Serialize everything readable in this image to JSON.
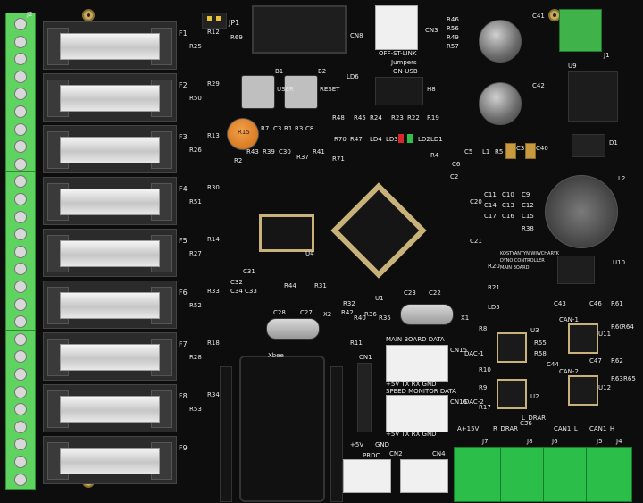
{
  "fuses": [
    "F1",
    "F2",
    "F3",
    "F4",
    "F5",
    "F6",
    "F7",
    "F8",
    "F9"
  ],
  "fuse_resistors": [
    [
      "R12",
      "R25"
    ],
    [
      "R29",
      "R50"
    ],
    [
      "R13",
      "R26"
    ],
    [
      "R30",
      "R51"
    ],
    [
      "R14",
      "R27"
    ],
    [
      "R33",
      "R52"
    ],
    [
      "R18",
      "R28"
    ],
    [
      "R34",
      "R53"
    ]
  ],
  "top_labels": {
    "jp1": "JP1",
    "r69": "R69",
    "cn8": "CN8",
    "cn3": "CN3",
    "r46": "R46",
    "r56": "R56",
    "r49": "R49",
    "r57": "R57",
    "c41": "C41",
    "j1": "J1",
    "j2": "J2"
  },
  "buttons": {
    "b1": "B1",
    "b2": "B2",
    "user": "USER",
    "reset": "RESET"
  },
  "stlink": {
    "jumpers_on": "Jumpers",
    "on_usb": "ON-USB",
    "off_stlink": "OFF-ST-LINK",
    "h8": "H8",
    "ld6": "LD6"
  },
  "mid_labels": {
    "r15": "R15",
    "r7": "R7",
    "c3": "C3",
    "r1": "R1",
    "r3": "R3",
    "c8": "C8",
    "r48": "R48",
    "r70": "R70",
    "r45": "R45",
    "r47": "R47",
    "r24": "R24",
    "ld4": "LD4",
    "r23": "R23",
    "ld3": "LD3",
    "r22": "R22",
    "ld2": "LD2",
    "r19": "R19",
    "ld1": "LD1",
    "r2": "R2",
    "r43": "R43",
    "r39": "R39",
    "c30": "C30",
    "r37": "R37",
    "r41": "R41",
    "r71": "R71",
    "c5": "C5",
    "l1": "L1",
    "r5": "R5",
    "c6": "C6",
    "r4": "R4",
    "c2": "C2",
    "c39": "C39",
    "c40": "C40",
    "u9": "U9",
    "d1": "D1",
    "l2": "L2",
    "c42": "C42",
    "u10": "U10"
  },
  "right_block": {
    "c20": "C20",
    "c9": "C9",
    "c12": "C12",
    "c15": "C15",
    "r38": "R38",
    "c10": "C10",
    "c13": "C13",
    "c16": "C16",
    "c11": "C11",
    "c14": "C14",
    "c17": "C17",
    "c21": "C21",
    "r20": "R20",
    "r21": "R21",
    "ld5": "LD5",
    "credit1": "KOSTYANTYN WIWCHARYK",
    "credit2": "DYNO CONTROLLER",
    "credit3": "MAIN BOARD"
  },
  "lower_mid": {
    "c31": "C31",
    "c32": "C32",
    "c34": "C34",
    "c33": "C33",
    "u4": "U4",
    "r44": "R44",
    "r31": "R31",
    "c28": "C28",
    "c27": "C27",
    "x2": "X2",
    "r32": "R32",
    "r42": "R42",
    "r40": "R40",
    "r36": "R36",
    "r35": "R35",
    "u1": "U1",
    "c23": "C23",
    "c22": "C22",
    "x1": "X1",
    "xbee": "Xbee",
    "r11": "R11",
    "cn1": "CN1"
  },
  "data_connectors": {
    "main_title": "MAIN BOARD DATA",
    "main_pins": "+5V TX RX GND",
    "cn15": "CN15",
    "speed_title": "SPEED MONITOR DATA",
    "speed_pins": "+5V TX RX GND",
    "cn16": "CN16"
  },
  "analog_block": {
    "dac1": "DAC-1",
    "dac2": "DAC-2",
    "r8": "R8",
    "r10": "R10",
    "r9": "R9",
    "r17": "R17",
    "r55": "R55",
    "r58": "R58",
    "u2": "U2",
    "u3": "U3",
    "c36": "C36",
    "c44": "C44",
    "c43": "C43",
    "c46": "C46",
    "c47": "C47",
    "r61": "R61",
    "r60": "R60",
    "r64": "R64",
    "r62": "R62",
    "r63": "R63",
    "r65": "R65",
    "can1": "CAN-1",
    "can2": "CAN-2",
    "u11": "U11",
    "u12": "U12"
  },
  "bottom_connectors": {
    "a15v": "A+15V",
    "j7": "J7",
    "rdrar": "R_DRAR",
    "j8": "J8",
    "ldrar": "L_DRAR",
    "j6": "J6",
    "can1_l": "CAN1_L",
    "j5": "J5",
    "can1_h": "CAN1_H",
    "j4": "J4",
    "cn2": "CN2",
    "cn4": "CN4",
    "v5": "+5V",
    "gnd": "GND",
    "prdc": "PRDC"
  }
}
